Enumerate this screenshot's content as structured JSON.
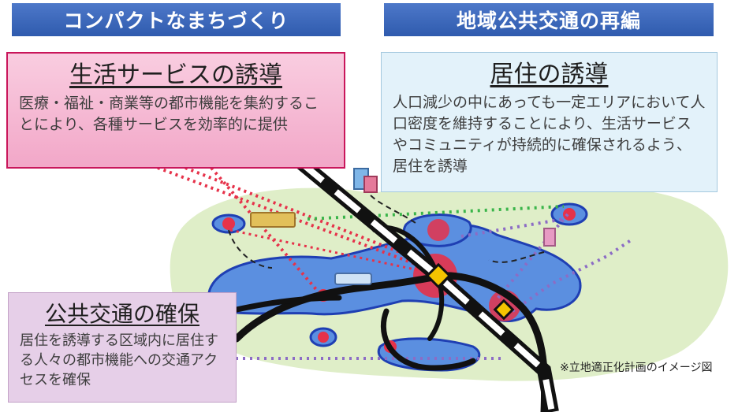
{
  "header_left": "コンパクトなまちづくり",
  "header_right": "地域公共交通の再編",
  "service_box": {
    "title": "生活サービスの誘導",
    "body": "医療・福祉・商業等の都市機能を集約することにより、各種サービスを効率的に提供"
  },
  "residence_box": {
    "title": "居住の誘導",
    "body": "人口減少の中にあっても一定エリアにおいて人口密度を維持することにより、生活サービスやコミュニティが持続的に確保されるよう、居住を誘導"
  },
  "transit_box": {
    "title": "公共交通の確保",
    "body": "居住を誘導する区域内に居住する人々の都市機能への交通アクセスを確保"
  },
  "note": "※立地適正化計画のイメージ図",
  "colors": {
    "header_blue": "#3a66b8",
    "service_pink": "#f4b6d2",
    "service_border": "#c9165b",
    "residence_blue": "#e3f2fa",
    "transit_purple": "#e6cfe8",
    "city_area_blue": "#5b8fe0",
    "center_red": "#e6324a",
    "ground_green": "#dfeec8",
    "station_yellow": "#f5c400"
  }
}
